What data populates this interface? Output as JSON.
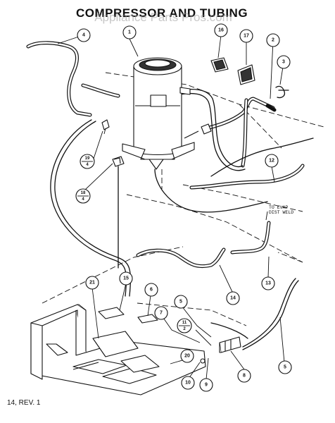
{
  "title": "COMPRESSOR AND TUBING",
  "watermark": "Appliance Parts Pros.com",
  "note": {
    "line1": "TO EVAP",
    "line2": "DIST WELD"
  },
  "footer": "14, REV. 1",
  "callouts": [
    {
      "id": "c1",
      "text": "1"
    },
    {
      "id": "c2",
      "text": "2"
    },
    {
      "id": "c3",
      "text": "3"
    },
    {
      "id": "c4",
      "text": "4"
    },
    {
      "id": "c5a",
      "text": "5"
    },
    {
      "id": "c5b",
      "text": "5"
    },
    {
      "id": "c6",
      "text": "6"
    },
    {
      "id": "c7",
      "text": "7"
    },
    {
      "id": "c8",
      "text": "8"
    },
    {
      "id": "c9",
      "text": "9"
    },
    {
      "id": "c10",
      "text": "10"
    },
    {
      "id": "c12",
      "text": "12"
    },
    {
      "id": "c13",
      "text": "13"
    },
    {
      "id": "c14",
      "text": "14"
    },
    {
      "id": "c15",
      "text": "15"
    },
    {
      "id": "c16",
      "text": "16"
    },
    {
      "id": "c17",
      "text": "17"
    },
    {
      "id": "c20",
      "text": "20"
    },
    {
      "id": "c21",
      "text": "21"
    }
  ],
  "fraction_callouts": [
    {
      "id": "f19",
      "top": "19",
      "bottom": "4"
    },
    {
      "id": "f18",
      "top": "18",
      "bottom": "4"
    },
    {
      "id": "f11",
      "top": "11",
      "bottom": "2"
    }
  ]
}
